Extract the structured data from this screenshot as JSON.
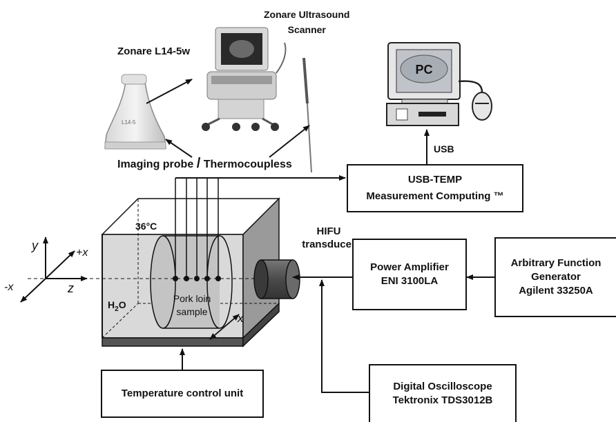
{
  "labels": {
    "scanner_line1": "Zonare Ultrasound",
    "scanner_line2": "Scanner",
    "probe_model": "Zonare L14-5w",
    "probe_inscription": "L14-5",
    "imaging_probe": "Imaging probe",
    "slash": "/",
    "thermocouples": "Thermocoupless",
    "pc": "PC",
    "usb": "USB",
    "temperature": "36°C",
    "water_h": "H",
    "water_2": "2",
    "water_o": "O",
    "sample_line1": "Pork loin",
    "sample_line2": "sample",
    "hifu_line1": "HIFU",
    "hifu_line2": "transducer",
    "axis_y": "y",
    "axis_px": "+x",
    "axis_z": "z",
    "axis_nx": "-x",
    "axis_x_sample": "x"
  },
  "boxes": {
    "usb_temp": {
      "line1": "USB-TEMP",
      "line2": "Measurement Computing ™"
    },
    "power_amp": {
      "line1": "Power Amplifier",
      "line2": "ENI 3100LA"
    },
    "func_gen": {
      "line1": "Arbitrary  Function",
      "line2": "Generator",
      "line3": "Agilent 33250A"
    },
    "oscilloscope": {
      "line1": "Digital Oscilloscope",
      "line2": "Tektronix TDS3012B"
    },
    "temp_control": {
      "line1": "Temperature control unit"
    }
  },
  "colors": {
    "tank_fill": "#d9d9d9",
    "tank_side": "#9a9a9a",
    "tank_base": "#555555",
    "sample_fill": "#c4c4c4",
    "transducer": "#5a5a5a",
    "pc_screen": "#9aa0a8",
    "pc_base": "#c8c8c8"
  }
}
